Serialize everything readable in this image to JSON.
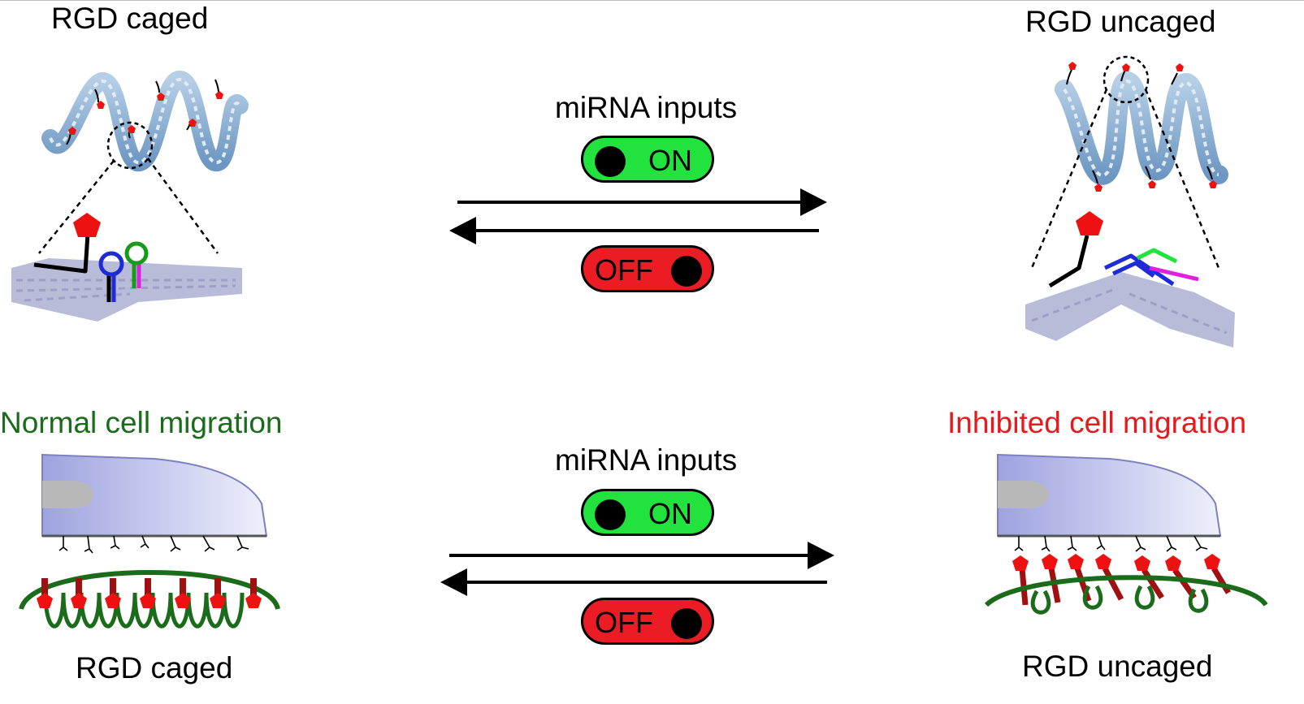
{
  "top": {
    "left_label": "RGD caged",
    "right_label": "RGD uncaged",
    "input_label": "miRNA inputs",
    "on_label": "ON",
    "off_label": "OFF"
  },
  "bottom": {
    "left_title": "Normal cell migration",
    "right_title": "Inhibited cell migration",
    "left_label": "RGD caged",
    "right_label": "RGD uncaged",
    "input_label": "miRNA inputs",
    "on_label": "ON",
    "off_label": "OFF"
  },
  "colors": {
    "on": "#22e33d",
    "off": "#ec1c24",
    "normal_migration": "#1a6b1a",
    "inhibited_migration": "#e8191c",
    "rgd_peptide": "#ee1111",
    "helix": "#8fb3d6",
    "cell": "#a9aee6",
    "scaffold": "#b9bcd8"
  },
  "icons": [
    "rgd-pentagon-icon",
    "dna-hairpin-icon",
    "cell-icon",
    "helix-icon",
    "toggle-switch-icon"
  ]
}
